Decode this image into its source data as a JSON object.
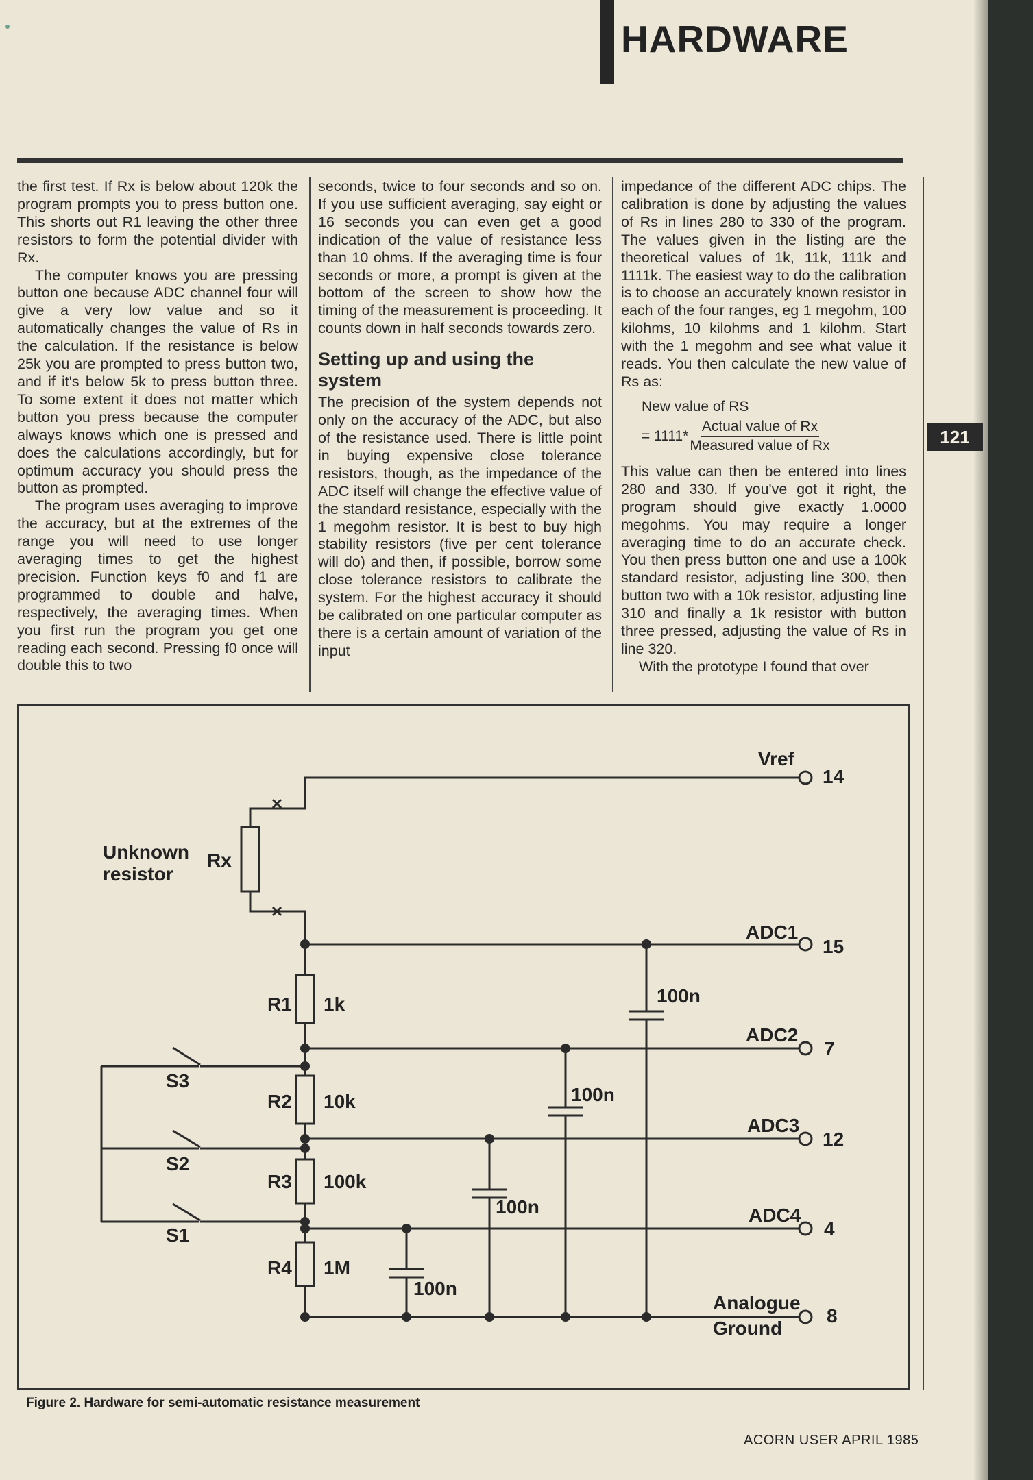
{
  "header": {
    "title": "HARDWARE"
  },
  "page_number": "121",
  "columns": {
    "col1": {
      "p1": "the first test. If Rx is below about 120k the program prompts you to press button one. This shorts out R1 leaving the other three resistors to form the potential divider with Rx.",
      "p2": "The computer knows you are pressing button one because ADC channel four will give a very low value and so it automatically changes the value of Rs in the calculation. If the resistance is below 25k you are prompted to press button two, and if it's below 5k to press button three. To some extent it does not matter which button you press because the computer always knows which one is pressed and does the calculations accordingly, but for optimum accuracy you should press the button as prompted.",
      "p3": "The program uses averaging to improve the accuracy, but at the extremes of the range you will need to use longer averaging times to get the highest precision. Function keys f0 and f1 are programmed to double and halve, respectively, the averaging times. When you first run the program you get one reading each second. Pressing f0 once will double this to two"
    },
    "col2": {
      "p1": "seconds, twice to four seconds and so on. If you use sufficient averaging, say eight or 16 seconds you can even get a good indication of the value of resistance less than 10 ohms. If the averaging time is four seconds or more, a prompt is given at the bottom of the screen to show how the timing of the measurement is proceeding. It counts down in half seconds towards zero.",
      "subhead": "Setting up and using the system",
      "p2": "The precision of the system depends not only on the accuracy of the ADC, but also of the resistance used. There is little point in buying expensive close tolerance resistors, though, as the impedance of the ADC itself will change the effective value of the standard resistance, especially with the 1 megohm resistor. It is best to buy high stability resistors (five per cent tolerance will do) and then, if possible, borrow some close tolerance resistors to calibrate the system. For the highest accuracy it should be calibrated on one particular computer as there is a certain amount of variation of the input"
    },
    "col3": {
      "p1": "impedance of the different ADC chips. The calibration is done by adjusting the values of Rs in lines 280 to 330 of the program. The values given in the listing are the theoretical values of 1k, 11k, 111k and 1111k. The easiest way to do the calibration is to choose an accurately known resistor in each of the four ranges, eg 1 megohm, 100 kilohms, 10 kilohms and 1 kilohm. Start with the 1 megohm and see what value it reads. You then calculate the new value of Rs as:",
      "formula_label": "New value of RS",
      "formula_prefix": "= 1111*",
      "formula_numerator": "Actual value of Rx",
      "formula_denominator": "Measured value of Rx",
      "p2": "This value can then be entered into lines 280 and 330. If you've got it right, the program should give exactly 1.0000 megohms. You may require a longer averaging time to do an accurate check. You then press button one and use a 100k standard resistor, adjusting line 300, then button two with a 10k resistor, adjusting line 310 and finally a 1k resistor with button three pressed, adjusting the value of Rs in line 320.",
      "p3": "With the prototype I found that over"
    }
  },
  "figure": {
    "caption": "Figure 2. Hardware for semi-automatic resistance measurement",
    "unknown_resistor_label_1": "Unknown",
    "unknown_resistor_label_2": "resistor",
    "rx": "Rx",
    "resistors": [
      {
        "name": "R1",
        "value": "1k"
      },
      {
        "name": "R2",
        "value": "10k"
      },
      {
        "name": "R3",
        "value": "100k"
      },
      {
        "name": "R4",
        "value": "1M"
      }
    ],
    "switches": [
      "S3",
      "S2",
      "S1"
    ],
    "capacitor_value": "100n",
    "terminals": [
      {
        "name": "Vref",
        "pin": "14"
      },
      {
        "name": "ADC1",
        "pin": "15"
      },
      {
        "name": "ADC2",
        "pin": "7"
      },
      {
        "name": "ADC3",
        "pin": "12"
      },
      {
        "name": "ADC4",
        "pin": "4"
      }
    ],
    "ground_label_1": "Analogue",
    "ground_label_2": "Ground",
    "ground_pin": "8"
  },
  "footer": "ACORN USER APRIL 1985"
}
